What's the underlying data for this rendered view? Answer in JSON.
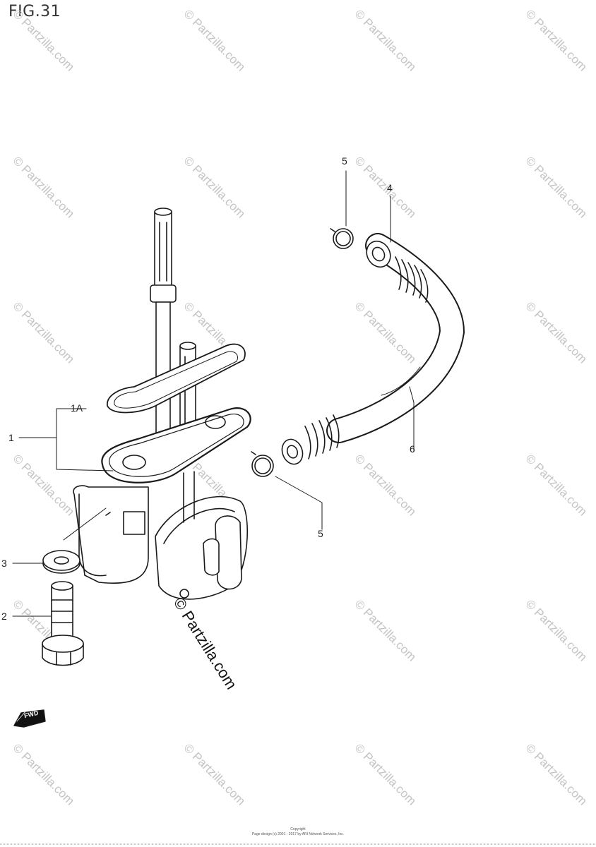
{
  "figure": {
    "title": "FIG.31"
  },
  "callouts": {
    "c1": "1",
    "c1a": "1A",
    "c2": "2",
    "c3": "3",
    "c4": "4",
    "c5_top": "5",
    "c5_bottom": "5",
    "c6": "6"
  },
  "watermark": {
    "text": "© Partzilla.com"
  },
  "brand": {
    "text": "© Partzilla.com"
  },
  "fwd_label": "FWD",
  "footer": {
    "line1": "Copyright",
    "line2": "Page design (c) 2001 - 2017 by ARI Network Services, Inc."
  }
}
